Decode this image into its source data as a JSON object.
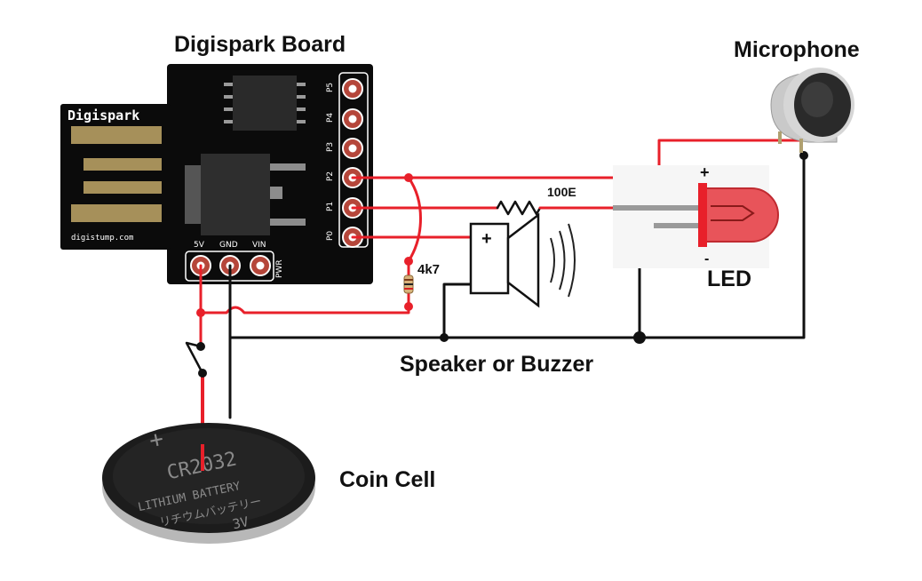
{
  "labels": {
    "board": "Digispark Board",
    "microphone": "Microphone",
    "led": "LED",
    "speaker": "Speaker or Buzzer",
    "coin_cell": "Coin Cell",
    "resistor_1": "100E",
    "resistor_2": "4k7",
    "led_plus": "+",
    "led_minus": "-",
    "speaker_plus": "+"
  },
  "board": {
    "brand": "Digispark",
    "url": "digistump.com",
    "top_pins": [
      "P5",
      "P4",
      "P3",
      "P2",
      "P1",
      "P0"
    ],
    "bottom_pins": [
      "5V",
      "GND",
      "VIN"
    ],
    "pwr": "PWR"
  },
  "battery": {
    "plus": "+",
    "model": "CR2032",
    "line1": "LITHIUM BATTERY",
    "line2": "リチウムバッテリー",
    "voltage": "3V"
  },
  "colors": {
    "wire_red": "#e8202a",
    "wire_black": "#111111",
    "board": "#0b0b0b",
    "pad": "#b5463a"
  }
}
